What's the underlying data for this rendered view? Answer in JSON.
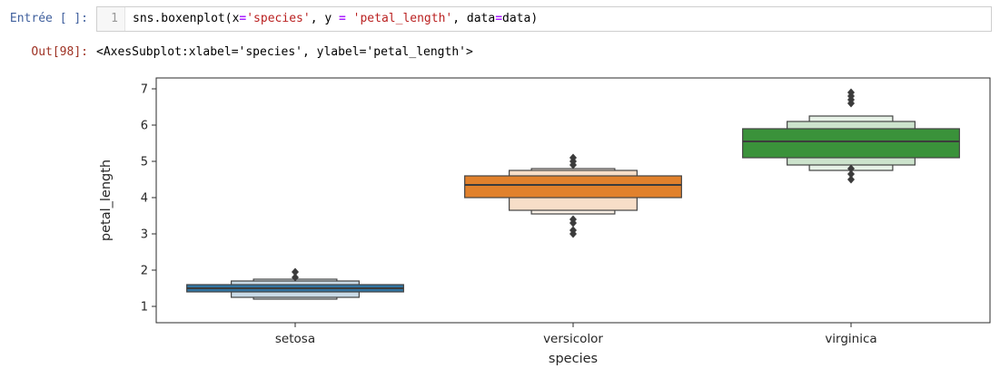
{
  "colors": {
    "prompt_in": "#3f5f9d",
    "prompt_out": "#9e3123",
    "string": "#ba2121",
    "operator": "#aa22ff",
    "axis_text": "#262626",
    "box_edge": "#444444",
    "outlier": "#3b3b3b"
  },
  "cell": {
    "prompt_in": "Entrée [ ]:",
    "line_number": "1",
    "code_tokens": [
      {
        "t": "sns.boxenplot(x",
        "c": "plain"
      },
      {
        "t": "=",
        "c": "op"
      },
      {
        "t": "'species'",
        "c": "str"
      },
      {
        "t": ", y ",
        "c": "plain"
      },
      {
        "t": "=",
        "c": "op"
      },
      {
        "t": " ",
        "c": "plain"
      },
      {
        "t": "'petal_length'",
        "c": "str"
      },
      {
        "t": ", data",
        "c": "plain"
      },
      {
        "t": "=",
        "c": "op"
      },
      {
        "t": "data)",
        "c": "plain"
      }
    ],
    "prompt_out": "Out[98]:",
    "output_text": "<AxesSubplot:xlabel='species', ylabel='petal_length'>"
  },
  "chart_data": {
    "type": "boxenplot",
    "title": "",
    "xlabel": "species",
    "ylabel": "petal_length",
    "ylim": [
      0.55,
      7.3
    ],
    "yticks": [
      1,
      2,
      3,
      4,
      5,
      6,
      7
    ],
    "categories": [
      "setosa",
      "versicolor",
      "virginica"
    ],
    "grid": false,
    "legend": "none",
    "series": [
      {
        "name": "setosa",
        "color": "#3274a1",
        "median": 1.5,
        "boxes": [
          [
            1.4,
            1.6
          ],
          [
            1.25,
            1.7
          ],
          [
            1.2,
            1.75
          ]
        ],
        "outliers": [
          1.8,
          1.95
        ]
      },
      {
        "name": "versicolor",
        "color": "#e1812c",
        "median": 4.35,
        "boxes": [
          [
            4.0,
            4.6
          ],
          [
            3.65,
            4.75
          ],
          [
            3.55,
            4.8
          ]
        ],
        "outliers": [
          3.0,
          3.1,
          3.3,
          3.4,
          4.9,
          5.0,
          5.1
        ]
      },
      {
        "name": "virginica",
        "color": "#3a923a",
        "median": 5.55,
        "boxes": [
          [
            5.1,
            5.9
          ],
          [
            4.9,
            6.1
          ],
          [
            4.75,
            6.25
          ]
        ],
        "outliers": [
          4.5,
          4.65,
          4.8,
          6.6,
          6.7,
          6.8,
          6.9
        ]
      }
    ]
  }
}
